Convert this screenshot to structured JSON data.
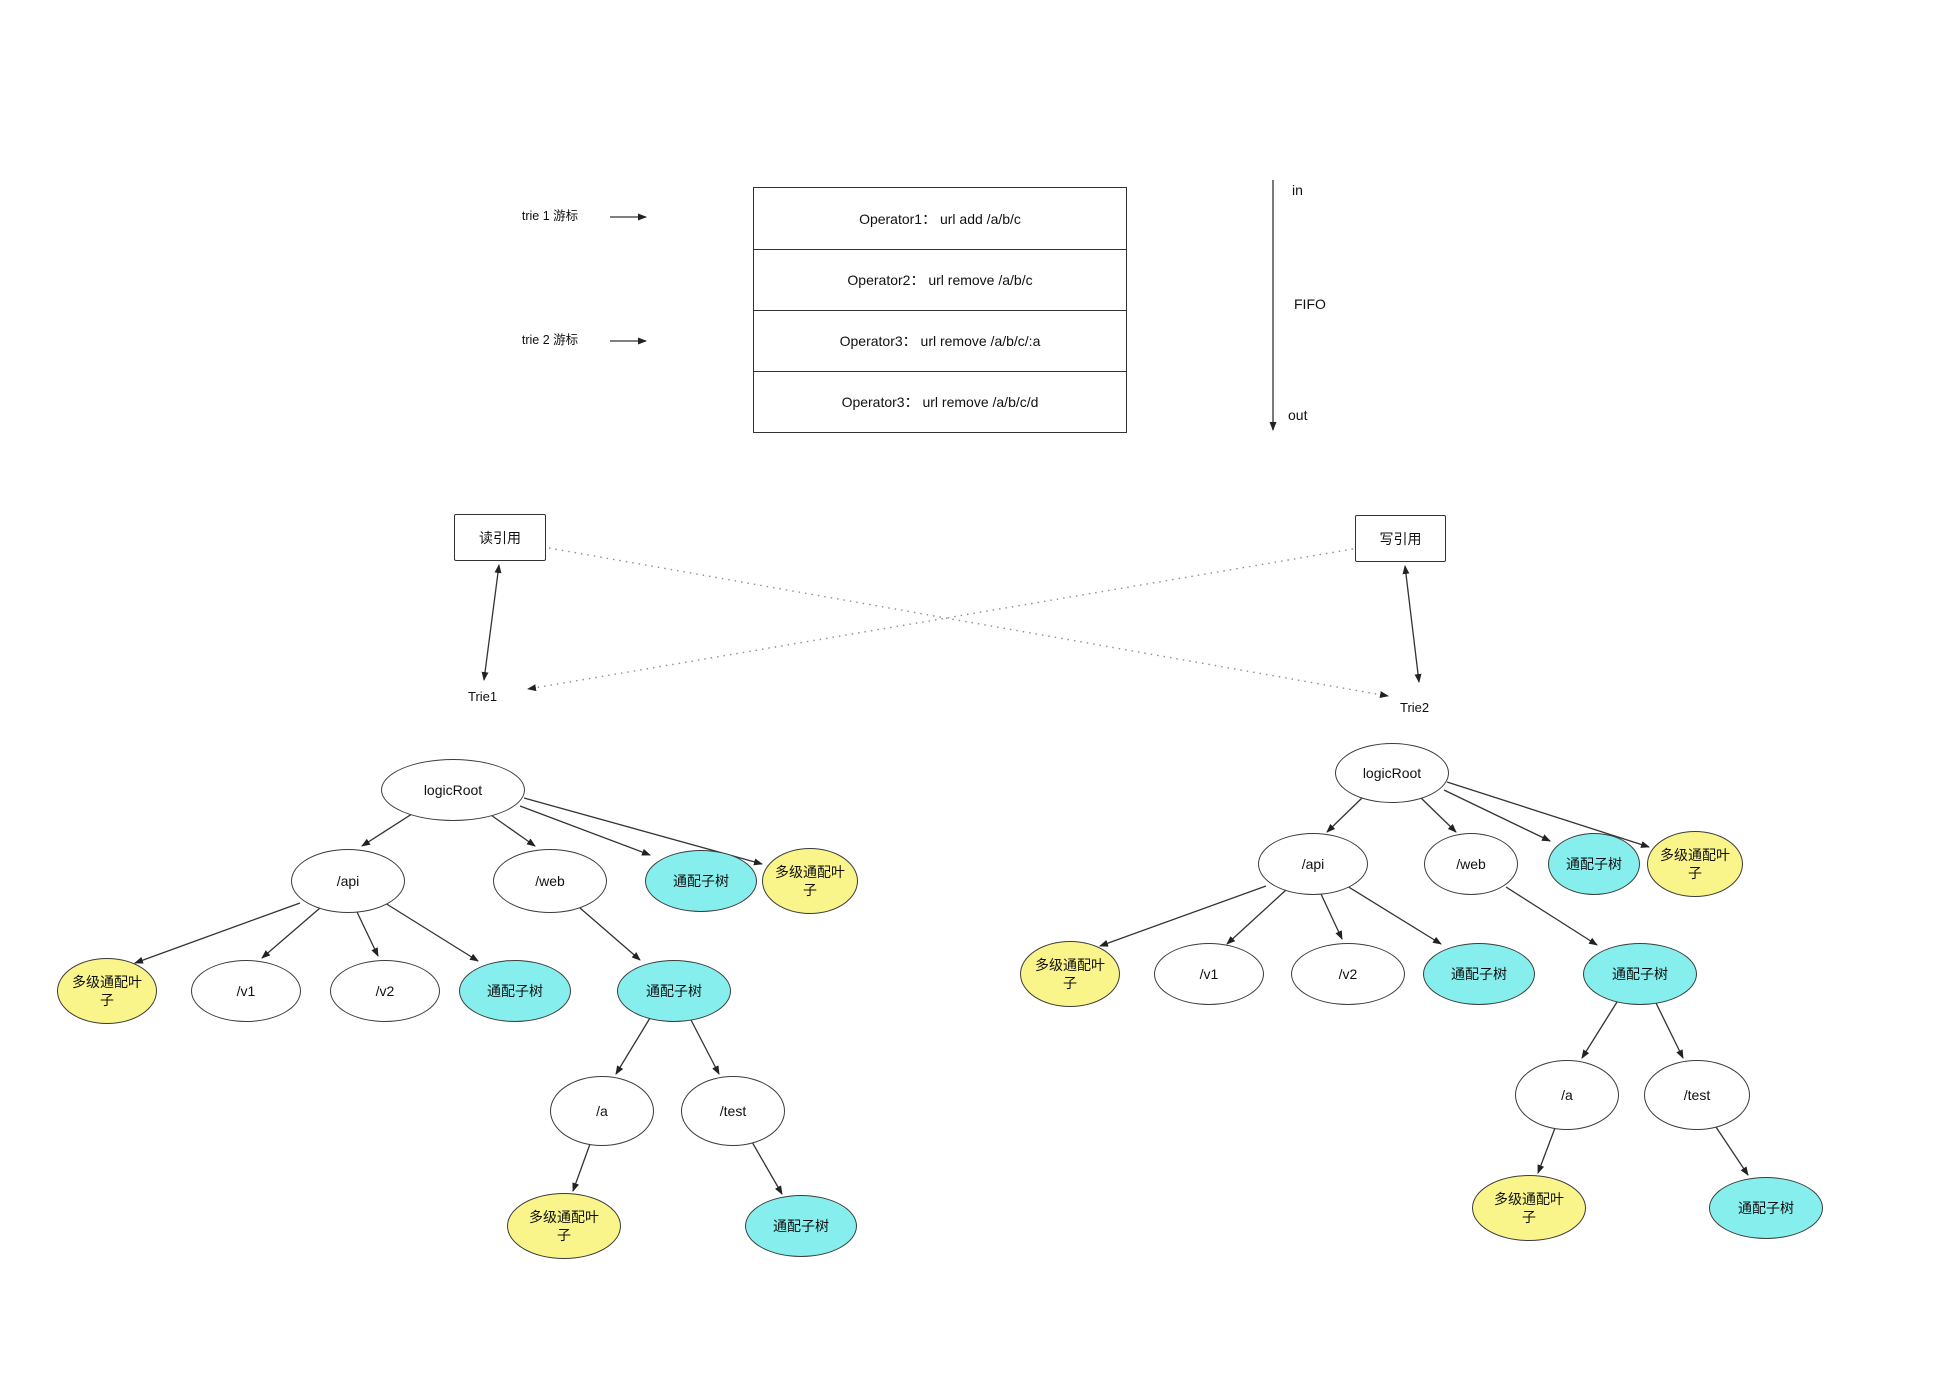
{
  "colors": {
    "cyan": "#87EEEE",
    "yellow": "#FAF58A"
  },
  "queue": {
    "cursor1": "trie 1 游标",
    "cursor2": "trie 2 游标",
    "rows": [
      "Operator1： url add /a/b/c",
      "Operator2： url remove /a/b/c",
      "Operator3： url remove /a/b/c/:a",
      "Operator3： url remove /a/b/c/d"
    ],
    "flow_in": "in",
    "flow_label": "FIFO",
    "flow_out": "out"
  },
  "references": {
    "read": "读引用",
    "write": "写引用"
  },
  "trees": {
    "trie1": {
      "title": "Trie1",
      "nodes": [
        {
          "label": "logicRoot"
        },
        {
          "label": "/api"
        },
        {
          "label": "/web"
        },
        {
          "label": "通配子树"
        },
        {
          "label": "多级通配叶子"
        },
        {
          "label": "多级通配叶子"
        },
        {
          "label": "/v1"
        },
        {
          "label": "/v2"
        },
        {
          "label": "通配子树"
        },
        {
          "label": "通配子树"
        },
        {
          "label": "/a"
        },
        {
          "label": "/test"
        },
        {
          "label": "多级通配叶子"
        },
        {
          "label": "通配子树"
        }
      ]
    },
    "trie2": {
      "title": "Trie2",
      "nodes": [
        {
          "label": "logicRoot"
        },
        {
          "label": "/api"
        },
        {
          "label": "/web"
        },
        {
          "label": "通配子树"
        },
        {
          "label": "多级通配叶子"
        },
        {
          "label": "多级通配叶子"
        },
        {
          "label": "/v1"
        },
        {
          "label": "/v2"
        },
        {
          "label": "通配子树"
        },
        {
          "label": "通配子树"
        },
        {
          "label": "/a"
        },
        {
          "label": "/test"
        },
        {
          "label": "多级通配叶子"
        },
        {
          "label": "通配子树"
        }
      ]
    }
  }
}
